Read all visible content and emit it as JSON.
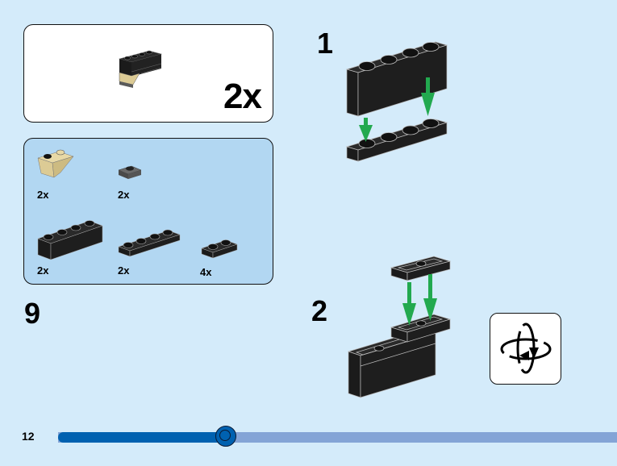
{
  "callout": {
    "quantity": "2x",
    "part": "black-1x4-brick-with-tan-inverted-slope"
  },
  "parts_list": [
    {
      "part": "tan-inverted-slope-2x1",
      "quantity": "2x"
    },
    {
      "part": "dark-gray-plate-1x1",
      "quantity": "2x"
    },
    {
      "part": "black-brick-1x4",
      "quantity": "2x"
    },
    {
      "part": "black-plate-1x4",
      "quantity": "2x"
    },
    {
      "part": "black-plate-1x2",
      "quantity": "4x"
    }
  ],
  "sub_step_number": "9",
  "steps": [
    {
      "number": "1",
      "description": "Attach black 1x4 brick onto black 1x4 plate"
    },
    {
      "number": "2",
      "description": "Attach 1x2 jumper plate onto assembly"
    }
  ],
  "rotate_icon": "rotate-model-icon",
  "page": {
    "number": "12",
    "progress_percent": 30
  },
  "colors": {
    "background": "#d4ebfa",
    "parts_panel": "#b2d7f2",
    "progress_fill": "#0061b0",
    "progress_track": "#84a4d6",
    "arrow_green": "#22a94f",
    "brick_black": "#1b1b1b",
    "brick_tan": "#dccb95",
    "brick_dark_gray": "#5a5a5a"
  }
}
